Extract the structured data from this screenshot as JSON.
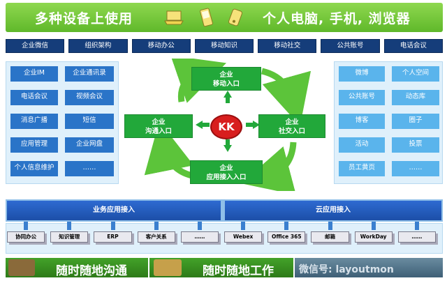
{
  "header": {
    "left_text": "多种设备上使用",
    "right_text": "个人电脑, 手机, 浏览器",
    "device_icons": [
      "laptop-icon",
      "phone-icon",
      "pda-icon"
    ]
  },
  "top_row": [
    "企业微信",
    "组织架构",
    "移动办公",
    "移动知识",
    "移动社交",
    "公共账号",
    "电话会议"
  ],
  "left_col1": [
    "企业IM",
    "电话会议",
    "消息广播",
    "应用管理",
    "个人信息维护"
  ],
  "left_col2": [
    "企业通讯录",
    "视频会议",
    "短信",
    "企业网盘",
    "……"
  ],
  "right_col1": [
    "微博",
    "公共账号",
    "博客",
    "活动",
    "员工黄页"
  ],
  "right_col2": [
    "个人空间",
    "动态库",
    "圈子",
    "投票",
    "……"
  ],
  "center": {
    "logo": "KK",
    "top": [
      "企业",
      "移动入口"
    ],
    "left": [
      "企业",
      "沟通入口"
    ],
    "right": [
      "企业",
      "社交入口"
    ],
    "bottom": [
      "企业",
      "应用接入入口"
    ]
  },
  "bars": {
    "left": "业务应用接入",
    "right": "云应用接入"
  },
  "apps_left": [
    "协同办公",
    "知识管理",
    "ERP",
    "客户关系",
    "……"
  ],
  "apps_right": [
    "Webex",
    "Office 365",
    "邮箱",
    "WorkDay",
    "……"
  ],
  "bottom": {
    "left_text": "随时随地沟通",
    "middle_text": "随时随地工作",
    "watermark": "微信号: layoutmon"
  },
  "colors": {
    "green": "#5fb82a",
    "navy": "#153d7a",
    "blue": "#2a74c8",
    "light_blue": "#5ab4ec",
    "arrow_green": "#5cc43a"
  }
}
